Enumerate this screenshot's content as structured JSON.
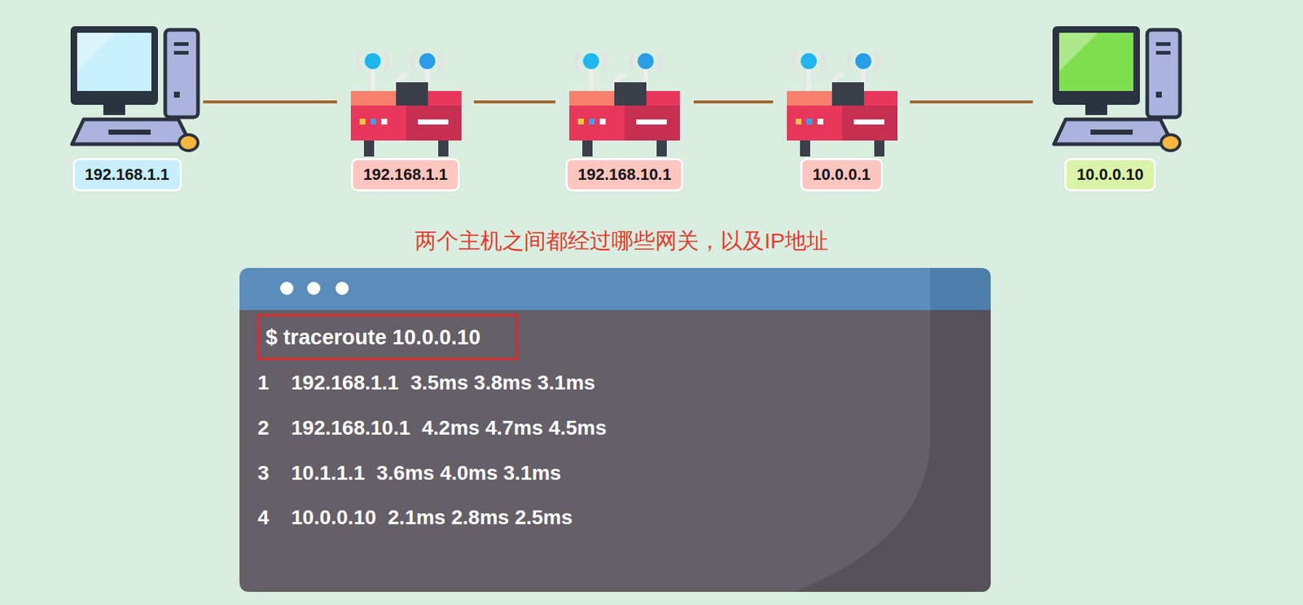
{
  "diagram": {
    "title": "两个主机之间都经过哪些网关，以及IP地址",
    "nodes": [
      {
        "text": [
          "192.168.1.1"
        ]
      },
      {
        "text": [
          "192.168.1.1"
        ]
      },
      {
        "text": [
          "192.168.10.1"
        ]
      },
      {
        "text": [
          "10.0.0.1"
        ]
      },
      {
        "text": [
          "10.0.0.10"
        ]
      },
      {
        "text": [
          "$ traceroute 10.0.0.10",
          "1",
          "192.168.1.1",
          "3.5ms 3.8ms 3.1ms",
          "2",
          "192.168.10.1",
          "4.2ms 4.7ms 4.5ms",
          "3",
          "10.1.1.1",
          "3.6ms 4.0ms 3.1ms",
          "4",
          "10.0.0.10",
          "2.1ms 2.8ms 2.5ms"
        ]
      }
    ],
    "edges": [
      {
        "from": 0,
        "to": 1,
        "arrow": "none"
      },
      {
        "from": 1,
        "to": 2,
        "arrow": "none"
      },
      {
        "from": 2,
        "to": 3,
        "arrow": "none"
      },
      {
        "from": 3,
        "to": 4,
        "arrow": "none"
      }
    ]
  }
}
